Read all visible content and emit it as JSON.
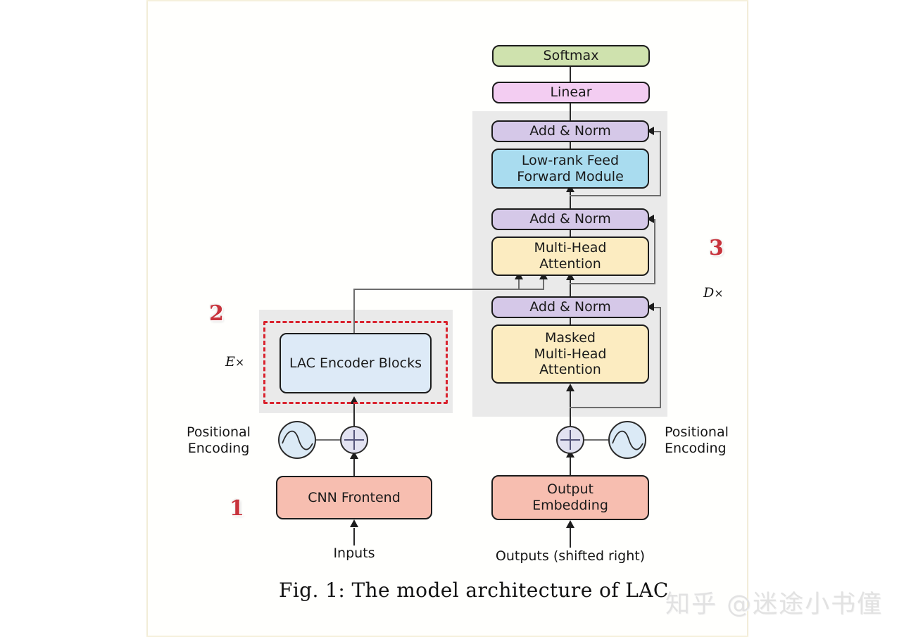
{
  "figure": {
    "caption": "Fig. 1: The model architecture of LAC.",
    "watermark": "知乎 @迷途小书僮"
  },
  "markers": [
    {
      "id": "marker-1",
      "label": "1"
    },
    {
      "id": "marker-2",
      "label": "2"
    },
    {
      "id": "marker-3",
      "label": "3"
    }
  ],
  "repeat_labels": {
    "encoder": "E",
    "encoder_times": "×",
    "decoder": "D",
    "decoder_times": "×"
  },
  "encoder": {
    "input_label": "Inputs",
    "frontend": "CNN Frontend",
    "positional_encoding": "Positional\nEncoding",
    "blocks": "LAC Encoder Blocks"
  },
  "decoder": {
    "input_label": "Outputs (shifted right)",
    "embedding": "Output\nEmbedding",
    "positional_encoding": "Positional\nEncoding",
    "masked_attention": "Masked\nMulti-Head\nAttention",
    "add_norm_1": "Add & Norm",
    "cross_attention": "Multi-Head\nAttention",
    "add_norm_2": "Add & Norm",
    "feed_forward": "Low-rank Feed\nForward Module",
    "add_norm_3": "Add & Norm"
  },
  "head": {
    "linear": "Linear",
    "softmax": "Softmax"
  },
  "colors": {
    "softmax": "#cfe2ae",
    "linear": "#f3cdf2",
    "add_norm": "#d5c8e8",
    "feed_forward": "#a9dcef",
    "attention": "#fcecc1",
    "encoder_blocks": "#ddeaf7",
    "embedding": "#f7beb0",
    "panel": "#eaeaea",
    "highlight": "#d9232e",
    "marker": "#c8333c",
    "pe_circle": "#dbeaf6",
    "plus_circle": "#e2e2f1"
  }
}
